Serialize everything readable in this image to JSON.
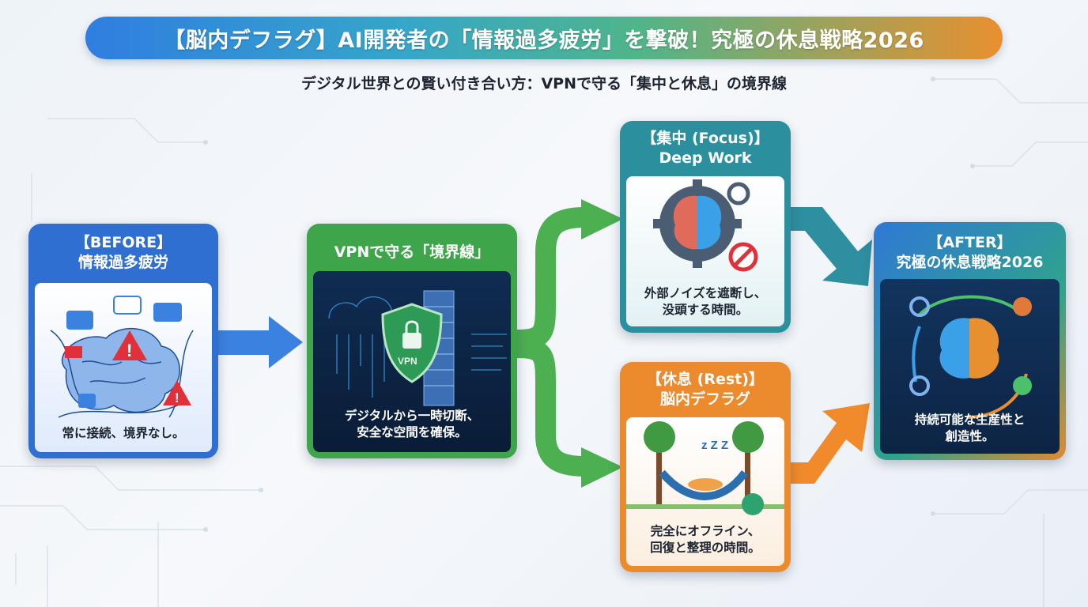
{
  "title": "【脳内デフラグ】AI開発者の「情報過多疲労」を撃破！究極の休息戦略2026",
  "subtitle": "デジタル世界との賢い付き合い方：VPNで守る「集中と休息」の境界線",
  "cards": {
    "before": {
      "head1": "【BEFORE】",
      "head2": "情報過多疲労",
      "caption": "常に接続、境界なし。"
    },
    "vpn": {
      "head1": "VPNで守る「境界線」",
      "badge": "VPN",
      "caption1": "デジタルから一時切断、",
      "caption2": "安全な空間を確保。"
    },
    "focus": {
      "head1": "【集中 (Focus)】",
      "head2": "Deep Work",
      "caption1": "外部ノイズを遮断し、",
      "caption2": "没頭する時間。"
    },
    "rest": {
      "head1": "【休息 (Rest)】",
      "head2": "脳内デフラグ",
      "sleep_text": "z Z Z",
      "caption1": "完全にオフライン、",
      "caption2": "回復と整理の時間。"
    },
    "after": {
      "head1": "【AFTER】",
      "head2": "究極の休息戦略2026",
      "caption1": "持続可能な生産性と",
      "caption2": "創造性。"
    }
  },
  "colors": {
    "blue": "#2f6fd1",
    "green": "#3fa54a",
    "teal": "#2b8f9e",
    "orange": "#ec8a2e"
  }
}
